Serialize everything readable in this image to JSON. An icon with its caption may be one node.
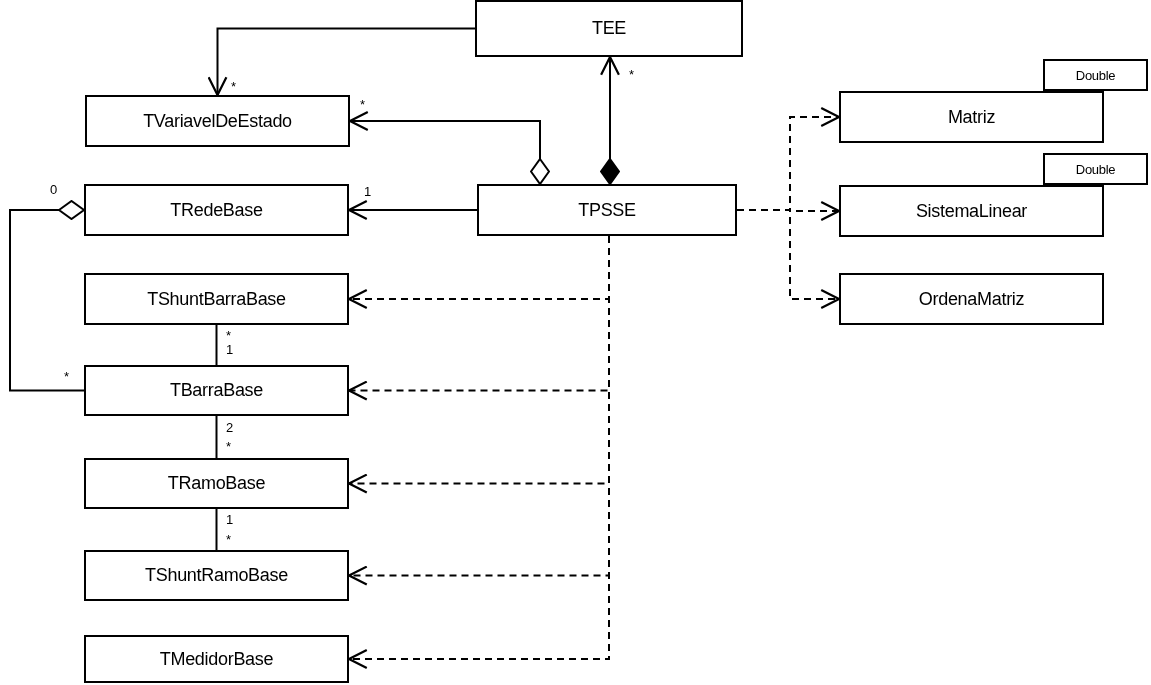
{
  "diagram": {
    "nodes": [
      {
        "text": [
          "TEE"
        ]
      },
      {
        "text": [
          "TVariavelDeEstado"
        ]
      },
      {
        "text": [
          "TRedeBase"
        ]
      },
      {
        "text": [
          "TPSSE"
        ]
      },
      {
        "text": [
          "Matriz"
        ]
      },
      {
        "text": [
          "Double"
        ]
      },
      {
        "text": [
          "SistemaLinear"
        ]
      },
      {
        "text": [
          "Double"
        ]
      },
      {
        "text": [
          "OrdenaMatriz"
        ]
      },
      {
        "text": [
          "TShuntBarraBase"
        ]
      },
      {
        "text": [
          "TBarraBase"
        ]
      },
      {
        "text": [
          "TRamoBase"
        ]
      },
      {
        "text": [
          "TShuntRamoBase"
        ]
      },
      {
        "text": [
          "TMedidorBase"
        ]
      }
    ],
    "edges": [
      {
        "from": 0,
        "to": 1,
        "arrow": "to"
      },
      {
        "from": 3,
        "to": 1,
        "arrow": "to"
      },
      {
        "from": 3,
        "to": 0,
        "arrow": "to"
      },
      {
        "from": 3,
        "to": 2,
        "arrow": "to"
      },
      {
        "from": 10,
        "to": 2,
        "arrow": "other"
      },
      {
        "from": 9,
        "to": 10,
        "arrow": "none"
      },
      {
        "from": 10,
        "to": 11,
        "arrow": "none"
      },
      {
        "from": 11,
        "to": 12,
        "arrow": "none"
      },
      {
        "from": 3,
        "to": 9,
        "arrow": "to",
        "style": "dashed"
      },
      {
        "from": 3,
        "to": 10,
        "arrow": "to",
        "style": "dashed"
      },
      {
        "from": 3,
        "to": 11,
        "arrow": "to",
        "style": "dashed"
      },
      {
        "from": 3,
        "to": 12,
        "arrow": "to",
        "style": "dashed"
      },
      {
        "from": 3,
        "to": 13,
        "arrow": "to",
        "style": "dashed"
      },
      {
        "from": 3,
        "to": 4,
        "arrow": "to",
        "style": "dashed"
      },
      {
        "from": 3,
        "to": 6,
        "arrow": "to",
        "style": "dashed"
      },
      {
        "from": 3,
        "to": 8,
        "arrow": "to",
        "style": "dashed"
      }
    ],
    "labels": [
      "*",
      "*",
      "*",
      "0",
      "1",
      "*",
      "1",
      "*",
      "2",
      "*",
      "1",
      "*"
    ]
  }
}
